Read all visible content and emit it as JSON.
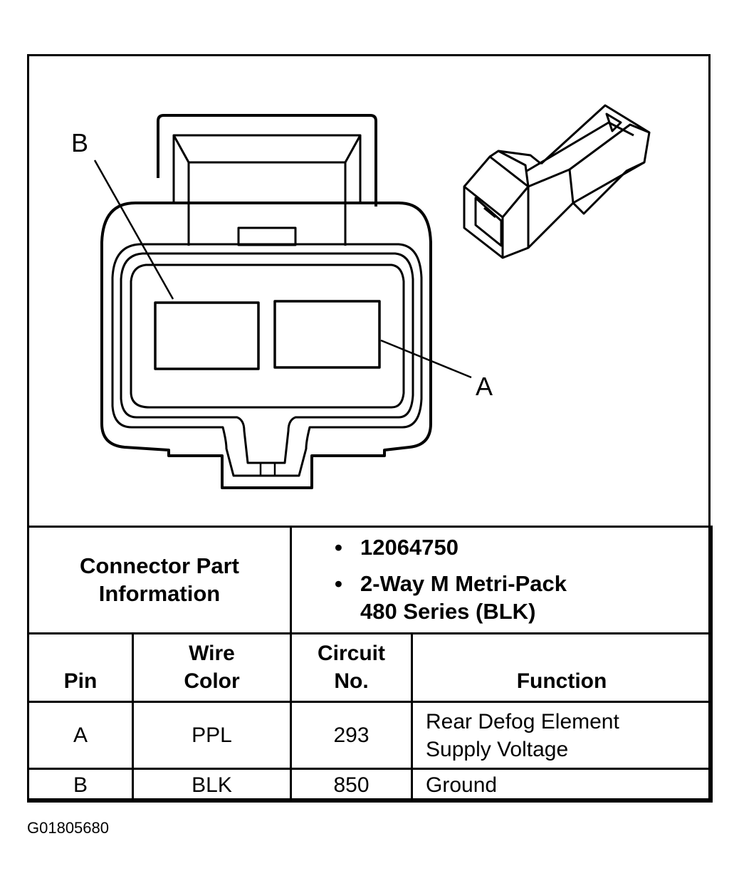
{
  "callouts": {
    "b": "B",
    "a": "A"
  },
  "connector_info": {
    "label_line1": "Connector Part",
    "label_line2": "Information",
    "bullet": "•",
    "part_number": "12064750",
    "type_line1": "2-Way M Metri-Pack",
    "type_line2": "480 Series (BLK)"
  },
  "columns": {
    "pin": "Pin",
    "wire_color_line1": "Wire",
    "wire_color_line2": "Color",
    "circuit_line1": "Circuit",
    "circuit_line2": "No.",
    "function": "Function"
  },
  "rows": [
    {
      "pin": "A",
      "wire_color": "PPL",
      "circuit": "293",
      "function_line1": "Rear Defog Element",
      "function_line2": "Supply Voltage"
    },
    {
      "pin": "B",
      "wire_color": "BLK",
      "circuit": "850",
      "function_line1": "Ground",
      "function_line2": ""
    }
  ],
  "figure_id": "G01805680"
}
